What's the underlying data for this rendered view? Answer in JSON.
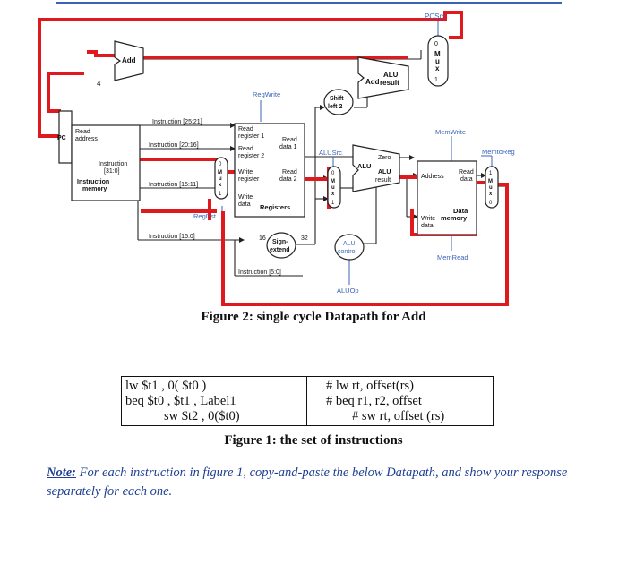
{
  "diagram": {
    "pcsrc": "PCSrc",
    "add_top": "Add",
    "four": "4",
    "add_alu_add": "Add",
    "add_alu_alu": "ALU",
    "add_alu_result": "result",
    "shift_1": "Shift",
    "shift_2": "left 2",
    "regwrite": "RegWrite",
    "pc": "PC",
    "read_address_1": "Read",
    "read_address_2": "address",
    "instr_2521": "Instruction [25:21]",
    "instr_2016": "Instruction [20:16]",
    "instr_1511": "Instruction [15:11]",
    "instr_150": "Instruction [15:0]",
    "instr_50": "Instruction [5:0]",
    "imem_1": "Instruction",
    "imem_2": "[31:0]",
    "imem_3": "Instruction",
    "imem_4": "memory",
    "reg_read1_a": "Read",
    "reg_read1_b": "register 1",
    "reg_read2_a": "Read",
    "reg_read2_b": "register 2",
    "reg_write_a": "Write",
    "reg_write_b": "register",
    "reg_wdata_a": "Write",
    "reg_wdata_b": "data",
    "registers": "Registers",
    "reg_rd1_a": "Read",
    "reg_rd1_b": "data 1",
    "reg_rd2_a": "Read",
    "reg_rd2_b": "data 2",
    "regdst": "RegDst",
    "sixteen": "16",
    "thirtytwo": "32",
    "sign_1": "Sign-",
    "sign_2": "extend",
    "alusrc": "ALUSrc",
    "zero": "Zero",
    "alu_1": "ALU",
    "alu_2": "ALU",
    "alu_3": "result",
    "alucontrol_1": "ALU",
    "alucontrol_2": "control",
    "aluop": "ALUOp",
    "memwrite": "MemWrite",
    "memtoreg": "MemtoReg",
    "memread": "MemRead",
    "dmem_address": "Address",
    "dmem_read_a": "Read",
    "dmem_read_b": "data",
    "dmem_data": "Data",
    "dmem_write_a": "Write",
    "dmem_write_b": "data",
    "dmem_memory": "memory",
    "mux_letters": [
      "M",
      "u",
      "x"
    ],
    "mux_0": "0",
    "mux_1": "1"
  },
  "figure2_caption": "Figure 2: single cycle Datapath for Add",
  "instructions": {
    "left": [
      "lw $t1 , 0( $t0 )",
      "beq $t0 , $t1 , Label1",
      "sw $t2 , 0($t0)"
    ],
    "right": [
      "# lw rt, offset(rs)",
      "# beq r1, r2, offset",
      "# sw rt, offset (rs)"
    ]
  },
  "figure1_caption": "Figure 1: the set of instructions",
  "note": {
    "label": "Note:",
    "text": " For each instruction in figure 1, copy-and-paste the below Datapath, and show your response separately for each one."
  },
  "colors": {
    "highlight": "#e0191f",
    "control": "#3a63b8",
    "note": "#1f3f93"
  }
}
